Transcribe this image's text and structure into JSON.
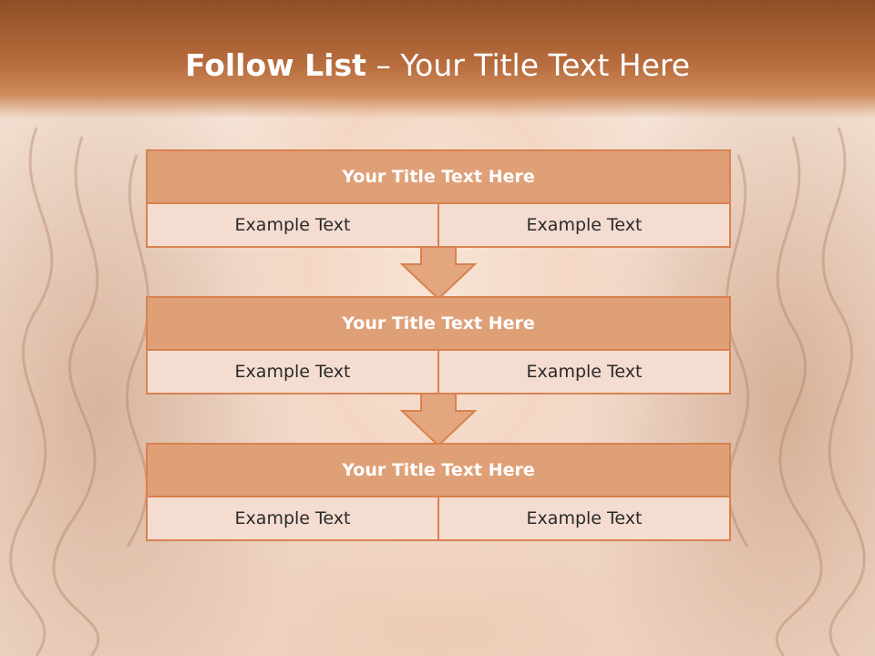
{
  "slide": {
    "title_bold": "Follow List",
    "title_rest": " – Your Title Text Here"
  },
  "steps": [
    {
      "title": "Your Title Text Here",
      "left": "Example Text",
      "right": "Example Text"
    },
    {
      "title": "Your Title Text Here",
      "left": "Example Text",
      "right": "Example Text"
    },
    {
      "title": "Your Title Text Here",
      "left": "Example Text",
      "right": "Example Text"
    }
  ],
  "colors": {
    "header": "#b86d3e",
    "block_border": "#d9814f",
    "block_title_fill": "#dfa078",
    "cell_fill": "#f4dcd0",
    "arrow_fill": "#e3a67f"
  }
}
